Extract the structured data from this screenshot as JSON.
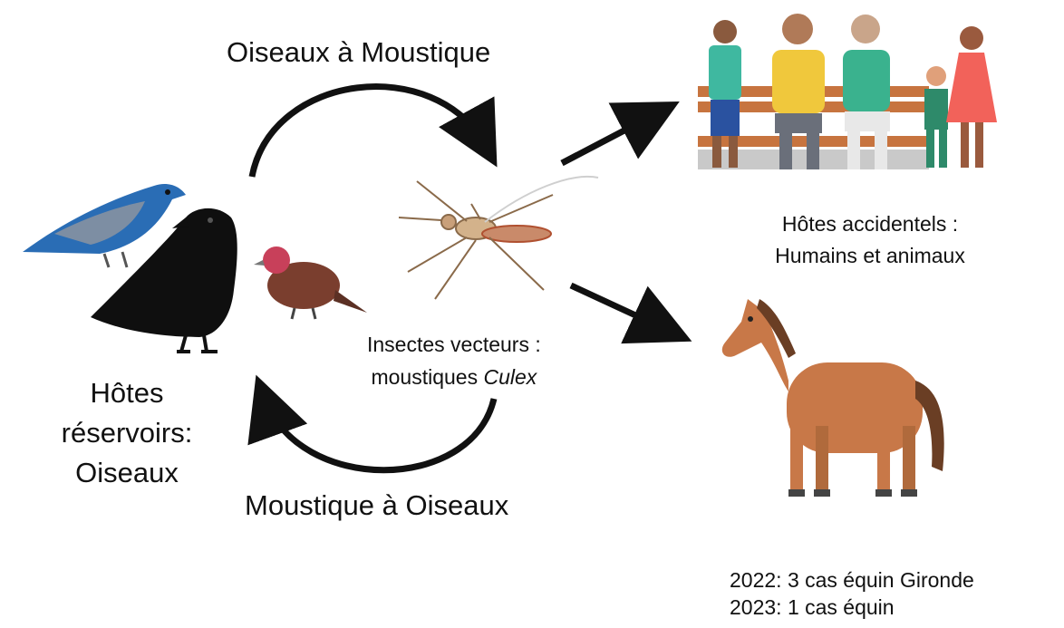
{
  "cycle": {
    "birds_to_mosquito": "Oiseaux à Moustique",
    "mosquito_to_birds": "Moustique à Oiseaux"
  },
  "reservoir": {
    "line1": "Hôtes",
    "line2": "réservoirs:",
    "line3": "Oiseaux"
  },
  "vector": {
    "line1": "Insectes vecteurs :",
    "line2_prefix": "moustiques ",
    "line2_italic": "Culex"
  },
  "accidental": {
    "line1": "Hôtes accidentels :",
    "line2": "Humains et animaux"
  },
  "cases": {
    "line1": "2022: 3 cas équin Gironde",
    "line2": "2023: 1 cas équin"
  },
  "icons": [
    "blue-bird-icon",
    "crow-icon",
    "finch-icon",
    "mosquito-icon",
    "people-family-icon",
    "horse-icon"
  ]
}
